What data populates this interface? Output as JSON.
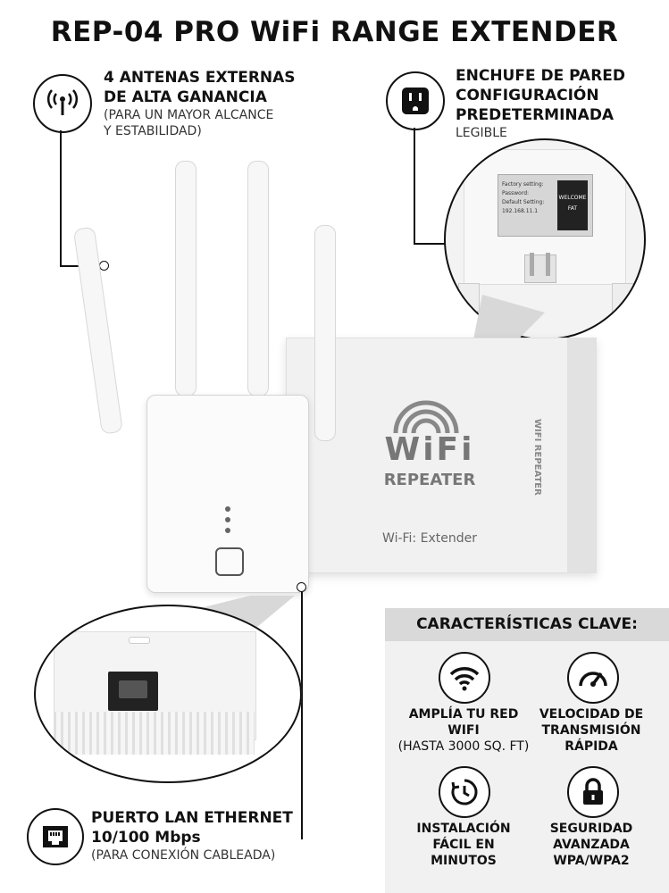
{
  "title": "REP-04 PRO WiFi RANGE EXTENDER",
  "antennas": {
    "heading": [
      "4 ANTENAS EXTERNAS",
      "DE ALTA GANANCIA"
    ],
    "sub": [
      "(PARA UN MAYOR ALCANCE",
      "Y ESTABILIDAD)"
    ],
    "icon": "antenna-signal-icon"
  },
  "plug": {
    "heading": [
      "ENCHUFE DE PARED",
      "CONFIGURACIÓN",
      "PREDETERMINADA"
    ],
    "sub": "LEGIBLE",
    "icon": "wall-outlet-icon"
  },
  "box": {
    "wifi": "WiFi",
    "repeater": "REPEATER",
    "extender": "Wi-Fi: Extender",
    "side": "WIFI REPEATER"
  },
  "label_sticker": {
    "lines": [
      "Factory setting:",
      "Password: ",
      "Default Setting: 192.168.11.1"
    ],
    "badge": [
      "WELCOME",
      "FAT"
    ]
  },
  "lan": {
    "heading": [
      "PUERTO LAN ETHERNET",
      "10/100 Mbps"
    ],
    "sub": "(PARA CONEXIÓN CABLEADA)",
    "icon": "ethernet-port-icon"
  },
  "features": {
    "heading": "CARACTERÍSTICAS CLAVE:",
    "items": [
      {
        "icon": "wifi-icon",
        "lines": [
          "AMPLÍA TU RED",
          "WIFI"
        ],
        "light": "(HASTA 3000 SQ. FT)"
      },
      {
        "icon": "speedometer-icon",
        "lines": [
          "VELOCIDAD DE",
          "TRANSMISIÓN",
          "RÁPIDA"
        ],
        "light": ""
      },
      {
        "icon": "clock-icon",
        "lines": [
          "INSTALACIÓN",
          "FÁCIL EN",
          "MINUTOS"
        ],
        "light": ""
      },
      {
        "icon": "lock-icon",
        "lines": [
          "SEGURIDAD",
          "AVANZADA",
          "WPA/WPA2"
        ],
        "light": ""
      }
    ]
  },
  "colors": {
    "accent": "#111111",
    "panel": "#f1f1f1",
    "panel_header": "#d9d9d9"
  }
}
